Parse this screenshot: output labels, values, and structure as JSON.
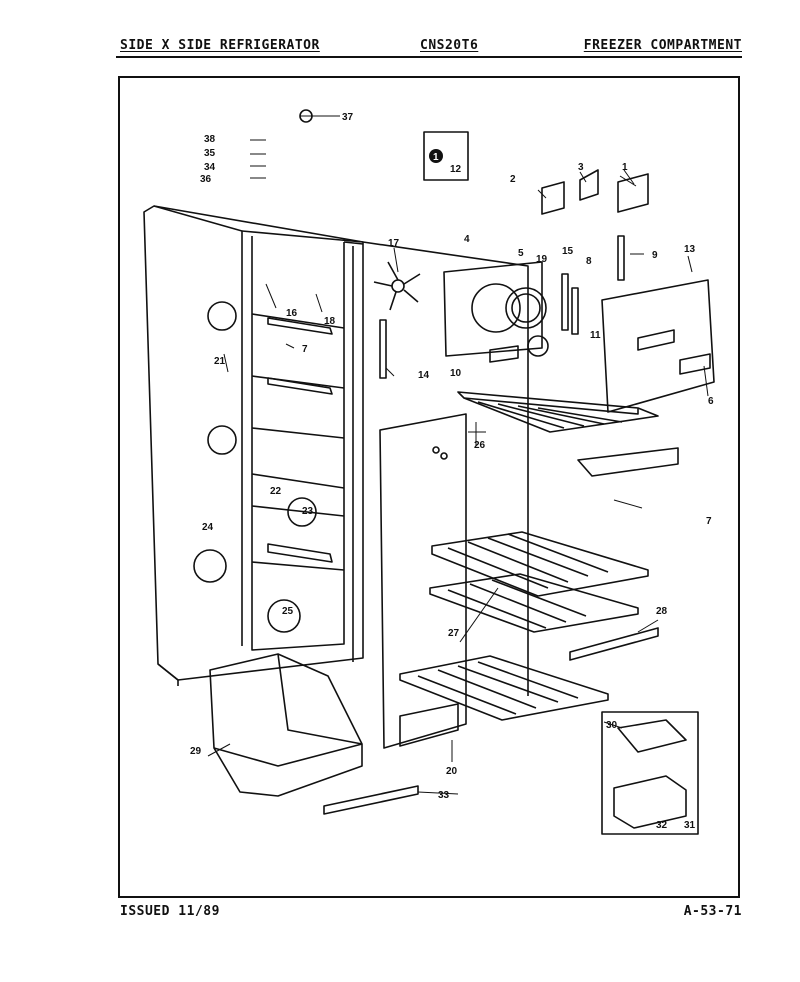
{
  "header": {
    "left": "SIDE X SIDE REFRIGERATOR",
    "model": "CNS20T6",
    "right": "FREEZER COMPARTMENT"
  },
  "footer": {
    "issued": "ISSUED 11/89",
    "page_code": "A-53-71"
  },
  "callouts": [
    {
      "id": "c1",
      "label": "1"
    },
    {
      "id": "c2",
      "label": "2"
    },
    {
      "id": "c3",
      "label": "3"
    },
    {
      "id": "c4",
      "label": "4"
    },
    {
      "id": "c5",
      "label": "5"
    },
    {
      "id": "c6",
      "label": "6"
    },
    {
      "id": "c7a",
      "label": "7"
    },
    {
      "id": "c7b",
      "label": "7"
    },
    {
      "id": "c8",
      "label": "8"
    },
    {
      "id": "c9",
      "label": "9"
    },
    {
      "id": "c10",
      "label": "10"
    },
    {
      "id": "c11",
      "label": "11"
    },
    {
      "id": "c12",
      "label": "12"
    },
    {
      "id": "c13",
      "label": "13"
    },
    {
      "id": "c14",
      "label": "14"
    },
    {
      "id": "c15",
      "label": "15"
    },
    {
      "id": "c16",
      "label": "16"
    },
    {
      "id": "c17",
      "label": "17"
    },
    {
      "id": "c18",
      "label": "18"
    },
    {
      "id": "c19",
      "label": "19"
    },
    {
      "id": "c20",
      "label": "20"
    },
    {
      "id": "c21",
      "label": "21"
    },
    {
      "id": "c22",
      "label": "22"
    },
    {
      "id": "c23",
      "label": "23"
    },
    {
      "id": "c24",
      "label": "24"
    },
    {
      "id": "c25",
      "label": "25"
    },
    {
      "id": "c26",
      "label": "26"
    },
    {
      "id": "c27",
      "label": "27"
    },
    {
      "id": "c28",
      "label": "28"
    },
    {
      "id": "c29",
      "label": "29"
    },
    {
      "id": "c30",
      "label": "30"
    },
    {
      "id": "c31",
      "label": "31"
    },
    {
      "id": "c32",
      "label": "32"
    },
    {
      "id": "c33",
      "label": "33"
    },
    {
      "id": "c34",
      "label": "34"
    },
    {
      "id": "c35",
      "label": "35"
    },
    {
      "id": "c36",
      "label": "36"
    },
    {
      "id": "c37",
      "label": "37"
    },
    {
      "id": "c38",
      "label": "38"
    }
  ],
  "note_marker": "1"
}
